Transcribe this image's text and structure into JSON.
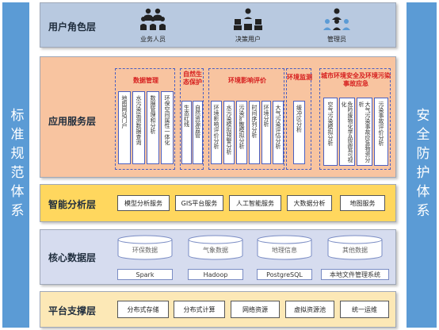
{
  "sidebars": {
    "left": "标准规范体系",
    "right": "安全防护体系"
  },
  "user_layer": {
    "title": "用户角色层",
    "roles": [
      {
        "label": "业务人员",
        "icon": "group-people-icon"
      },
      {
        "label": "决策用户",
        "icon": "org-chart-icon"
      },
      {
        "label": "管理员",
        "icon": "admin-team-icon"
      }
    ]
  },
  "app_layer": {
    "title": "应用服务层",
    "groups": [
      {
        "title": "数据管理",
        "items": [
          "地图网站门户",
          "水污染监测数据查询",
          "数据管理和分析",
          "环保空间属性一体化"
        ]
      },
      {
        "title": "自然生态保护",
        "items": [
          "生态红线",
          "自然资源监管"
        ]
      },
      {
        "title": "环境影响评价",
        "items": [
          "环境影响评价分析",
          "水污染模拟预警分析",
          "污染扩散模拟分析",
          "时间序列分析",
          "环境分析",
          "大气污染评估分析"
        ]
      },
      {
        "title": "环境监测",
        "items": [
          "缓冲区分析"
        ]
      },
      {
        "title": "城市环境安全及环境污染事故应急",
        "items": [
          "空气污染模拟分析",
          "危险废物化学品监管可视化",
          "大气污染事故应急物资分析",
          "污染事故评价分析"
        ]
      }
    ]
  },
  "analysis_layer": {
    "title": "智能分析层",
    "services": [
      "模型分析服务",
      "GIS平台服务",
      "人工智能服务",
      "大数据分析",
      "地图服务"
    ]
  },
  "core_layer": {
    "title": "核心数据层",
    "databases": [
      "环保数据",
      "气象数据",
      "地理信息",
      "其他数据"
    ],
    "tech": [
      "Spark",
      "Hadoop",
      "PostgreSQL",
      "本地文件管理系统"
    ]
  },
  "platform_layer": {
    "title": "平台支撑层",
    "items": [
      "分布式存储",
      "分布式计算",
      "网络资源",
      "虚拟资源池",
      "统一运维"
    ]
  },
  "colors": {
    "sidebar": "#5b9bd5",
    "user_layer": "#b8c9e0",
    "app_layer": "#f8c4a0",
    "analysis_layer": "#ffd75e",
    "core_layer": "#d6dcef",
    "platform_layer": "#fce8b6",
    "group_title": "#d61f1f",
    "dashed_border": "#4a5fc1"
  }
}
